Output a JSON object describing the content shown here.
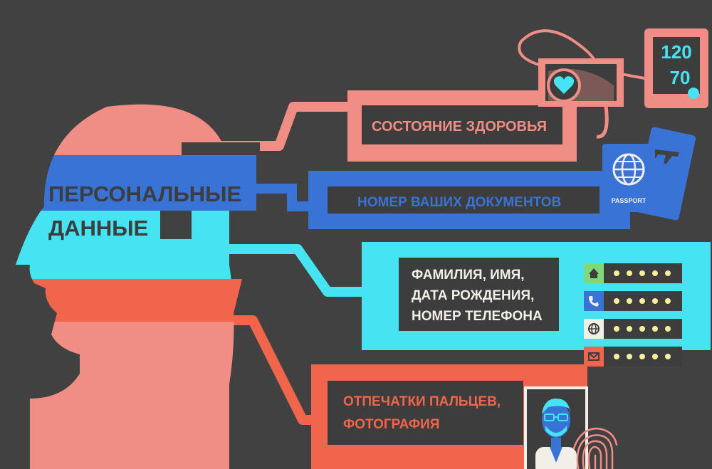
{
  "colors": {
    "background": "#414141",
    "salmon": "#f08e86",
    "blue": "#3a73d6",
    "cyan": "#46e4f3",
    "coral": "#f0654b",
    "dark_box": "#3d3d3d",
    "dot_yellow": "#f6ef9c"
  },
  "head": {
    "title_line1": "ПЕРСОНАЛЬНЫЕ",
    "title_line2": "ДАННЫЕ"
  },
  "health": {
    "label": "СОСТОЯНИЕ ЗДОРОВЬЯ",
    "monitor_top": "120",
    "monitor_bottom": "70",
    "icons": [
      "heart-icon",
      "blood-pressure-monitor-icon"
    ]
  },
  "documents": {
    "label": "НОМЕР ВАШИХ ДОКУМЕНТОВ",
    "passport_text": "PASSPORT",
    "icons": [
      "globe-icon",
      "plane-icon"
    ]
  },
  "personal": {
    "line1": "ФАМИЛИЯ, ИМЯ,",
    "line2": "ДАТА РОЖДЕНИЯ,",
    "line3": "НОМЕР ТЕЛЕФОНА",
    "fields": [
      {
        "icon": "home-icon",
        "color": "#7fd97a"
      },
      {
        "icon": "phone-icon",
        "color": "#3a73d6"
      },
      {
        "icon": "globe-icon",
        "color": "#f2efe9"
      },
      {
        "icon": "mail-icon",
        "color": "#f0654b"
      }
    ]
  },
  "biometrics": {
    "line1": "ОТПЕЧАТКИ ПАЛЬЦЕВ,",
    "line2": "ФОТОГРАФИЯ",
    "icons": [
      "person-photo-icon",
      "fingerprint-icon"
    ]
  }
}
